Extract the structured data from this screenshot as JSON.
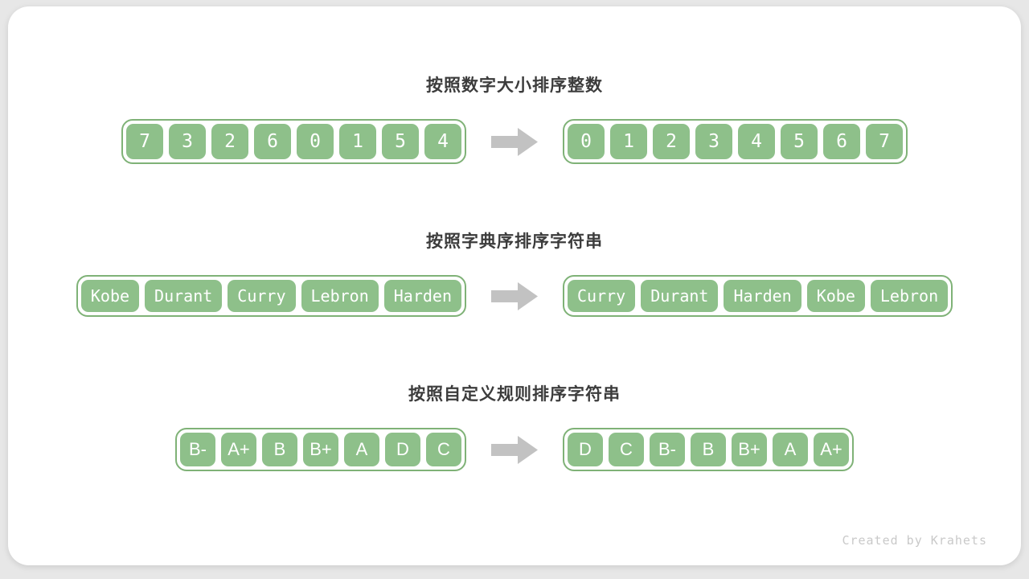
{
  "watermark": "Created by Krahets",
  "colors": {
    "cell_green": "#8ec08a",
    "border_green": "#7fb277",
    "arrow_gray": "#c2c2c2",
    "title_text": "#3c3c3c",
    "watermark_gray": "#c9c9c9",
    "page_bg": "#e7e7e7",
    "card_bg": "#ffffff"
  },
  "sections": [
    {
      "title": "按照数字大小排序整数",
      "before": [
        "7",
        "3",
        "2",
        "6",
        "0",
        "1",
        "5",
        "4"
      ],
      "after": [
        "0",
        "1",
        "2",
        "3",
        "4",
        "5",
        "6",
        "7"
      ]
    },
    {
      "title": "按照字典序排序字符串",
      "before": [
        "Kobe",
        "Durant",
        "Curry",
        "Lebron",
        "Harden"
      ],
      "after": [
        "Curry",
        "Durant",
        "Harden",
        "Kobe",
        "Lebron"
      ]
    },
    {
      "title": "按照自定义规则排序字符串",
      "before": [
        "B-",
        "A+",
        "B",
        "B+",
        "A",
        "D",
        "C"
      ],
      "after": [
        "D",
        "C",
        "B-",
        "B",
        "B+",
        "A",
        "A+"
      ]
    }
  ]
}
